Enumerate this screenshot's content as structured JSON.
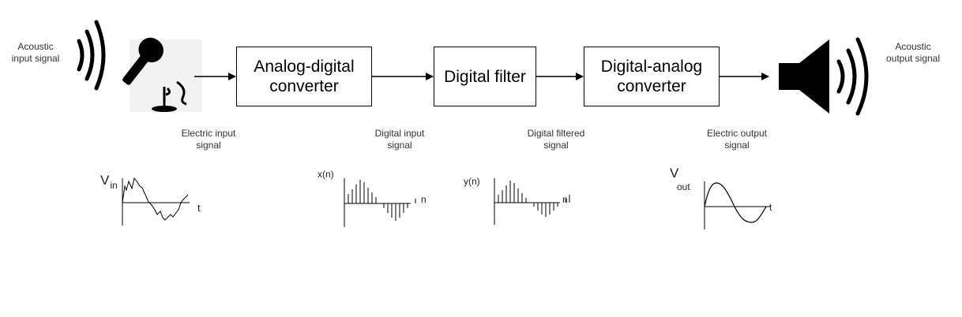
{
  "blocks": {
    "adc": [
      "Analog-digital",
      "converter"
    ],
    "filter": [
      "Digital filter"
    ],
    "dac": [
      "Digital-analog",
      "converter"
    ]
  },
  "labels": {
    "acoustic_input": [
      "Acoustic",
      "input signal"
    ],
    "acoustic_output": [
      "Acoustic",
      "output signal"
    ],
    "electric_input": [
      "Electric input",
      "signal"
    ],
    "digital_input": [
      "Digital input",
      "signal"
    ],
    "digital_filtered": [
      "Digital filtered",
      "signal"
    ],
    "electric_output": [
      "Electric output",
      "signal"
    ]
  },
  "plots": {
    "vin": {
      "symbol": "V",
      "sub": "in",
      "axis": "t"
    },
    "xn": {
      "symbol": "x(n)",
      "axis": "n"
    },
    "yn": {
      "symbol": "y(n)",
      "axis": "n"
    },
    "vout": {
      "symbol": "V",
      "sub": "out",
      "axis": "t"
    }
  },
  "icons": [
    "sound-waves-icon",
    "microphone-icon",
    "speaker-icon"
  ]
}
